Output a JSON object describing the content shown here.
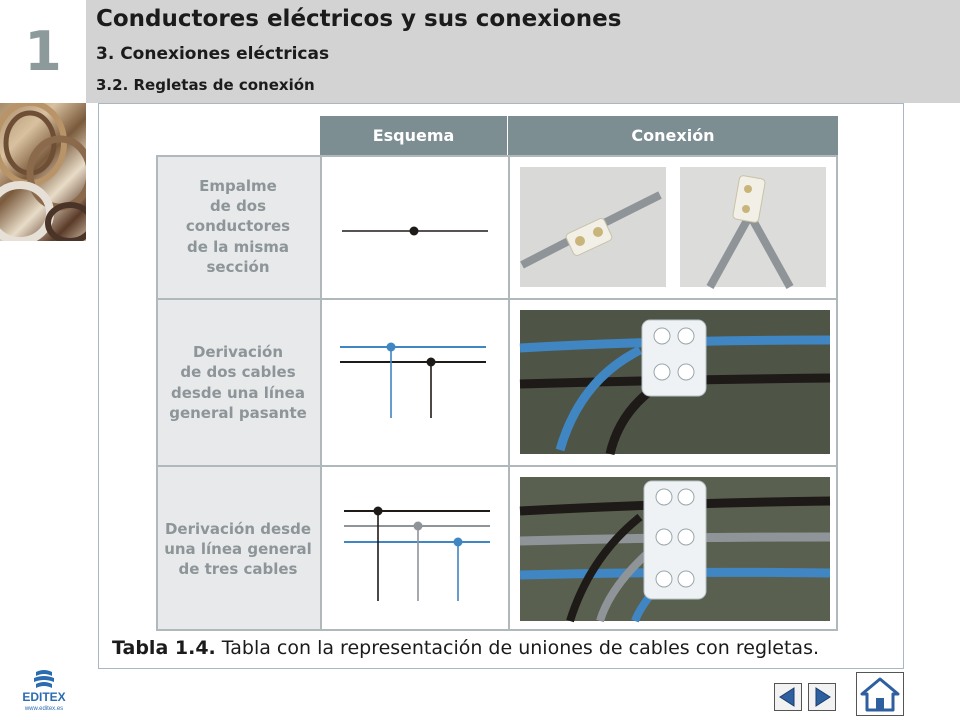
{
  "header": {
    "chapter_number": "1",
    "title": "Conductores eléctricos y sus conexiones",
    "section": "3. Conexiones eléctricas",
    "subsection": "3.2.  Regletas de conexión"
  },
  "table": {
    "columns": [
      "Esquema",
      "Conexión"
    ],
    "rows": [
      {
        "label": "Empalme\nde dos\nconductores\nde la misma\nsección"
      },
      {
        "label": "Derivación\nde dos cables\ndesde una línea\ngeneral pasante"
      },
      {
        "label": "Derivación desde\nuna línea general\nde tres cables"
      }
    ]
  },
  "caption": {
    "bold": "Tabla 1.4.",
    "text": " Tabla con la representación de uniones de cables con regletas."
  },
  "footer": {
    "logo_text": "EDITEX",
    "logo_url_text": "www.editex.es"
  },
  "colors": {
    "header_band": "#d3d3d3",
    "table_header": "#7d8e93",
    "row_label_bg": "#e7e9ea",
    "wire_black": "#1e1a18",
    "wire_blue": "#3f86c2",
    "wire_grey": "#8f9499",
    "nav_arrow": "#2e5f9e"
  },
  "icons": [
    "left-arrow-icon",
    "right-arrow-icon",
    "home-icon"
  ]
}
